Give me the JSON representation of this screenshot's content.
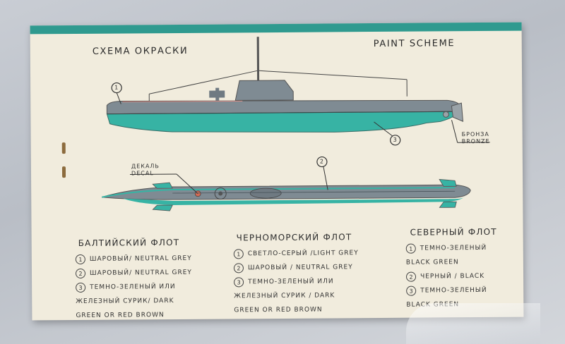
{
  "title_ru": "СХЕМА ОКРАСКИ",
  "title_en": "PAINT SCHEME",
  "callouts": {
    "side_1": "1",
    "side_3": "3",
    "top_2": "2"
  },
  "bronze_ru": "БРОНЗА",
  "bronze_en": "BRONZE",
  "decal_ru": "ДЕКАЛЬ",
  "decal_en": "DECAL",
  "colors": {
    "hull_top": "#7f8b93",
    "hull_green": "#37b3a4",
    "card": "#f1ecdd",
    "stripe": "#2f9a8f"
  },
  "fleets": [
    {
      "name": "БАЛТИЙСКИЙ ФЛОТ",
      "rows": [
        {
          "num": "1",
          "text": "ШАРОВЫЙ/ NEUTRAL GREY"
        },
        {
          "num": "2",
          "text": "ШАРОВЫЙ/ NEUTRAL GREY"
        },
        {
          "num": "3",
          "text": "ТЕМНО-ЗЕЛЕНЫЙ ИЛИ"
        },
        {
          "num": "",
          "text": "ЖЕЛЕЗНЫЙ СУРИК/ DARK"
        },
        {
          "num": "",
          "text": "GREEN OR RED BROWN"
        }
      ]
    },
    {
      "name": "ЧЕРНОМОРСКИЙ ФЛОТ",
      "rows": [
        {
          "num": "1",
          "text": "СВЕТЛО-СЕРЫЙ /LIGHT GREY"
        },
        {
          "num": "2",
          "text": "ШАРОВЫЙ / NEUTRAL GREY"
        },
        {
          "num": "3",
          "text": "ТЕМНО-ЗЕЛЕНЫЙ ИЛИ"
        },
        {
          "num": "",
          "text": "ЖЕЛЕЗНЫЙ СУРИК / DARK"
        },
        {
          "num": "",
          "text": "GREEN OR RED BROWN"
        }
      ]
    },
    {
      "name": "СЕВЕРНЫЙ ФЛОТ",
      "rows": [
        {
          "num": "1",
          "text": "ТЕМНО-ЗЕЛЕНЫЙ"
        },
        {
          "num": "",
          "text": "BLACK GREEN"
        },
        {
          "num": "2",
          "text": "ЧЕРНЫЙ / BLACK"
        },
        {
          "num": "3",
          "text": "ТЕМНО-ЗЕЛЕНЫЙ"
        },
        {
          "num": "",
          "text": "BLACK GREEN"
        }
      ]
    }
  ]
}
